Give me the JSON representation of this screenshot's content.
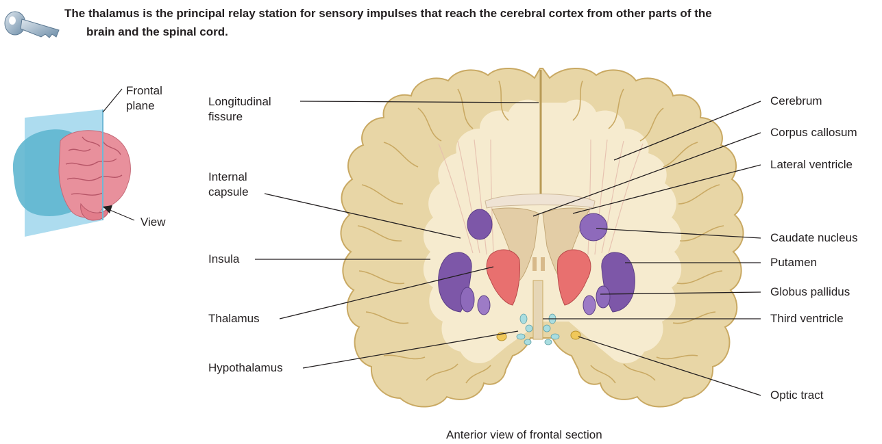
{
  "header": {
    "key_text_line1": "The thalamus is the principal relay station for sensory impulses that reach the cerebral cortex from other parts of the",
    "key_text_line2": "brain and the spinal cord."
  },
  "inset": {
    "plane_line1": "Frontal",
    "plane_line2": "plane",
    "view_label": "View"
  },
  "labels_left": {
    "longitudinal_1": "Longitudinal",
    "longitudinal_2": "fissure",
    "internal_capsule_1": "Internal",
    "internal_capsule_2": "capsule",
    "insula": "Insula",
    "thalamus": "Thalamus",
    "hypothalamus": "Hypothalamus"
  },
  "labels_right": {
    "cerebrum": "Cerebrum",
    "corpus_callosum": "Corpus callosum",
    "lateral_ventricle": "Lateral ventricle",
    "caudate_nucleus": "Caudate nucleus",
    "putamen": "Putamen",
    "globus_pallidus": "Globus pallidus",
    "third_ventricle": "Third ventricle",
    "optic_tract": "Optic tract"
  },
  "caption": "Anterior view of frontal section",
  "colors": {
    "white_matter": "#f3e6c4",
    "gray_matter": "#e0c98f",
    "gyri_outline": "#c9a963",
    "nucleus_purple": "#7d57a8",
    "thalamus_red": "#e8706f",
    "hypothalamus_cyan": "#a9dde0",
    "optic_yellow": "#f0c85a",
    "plane_blue": "#8fd0e8",
    "brain_pink": "#e8909c"
  }
}
